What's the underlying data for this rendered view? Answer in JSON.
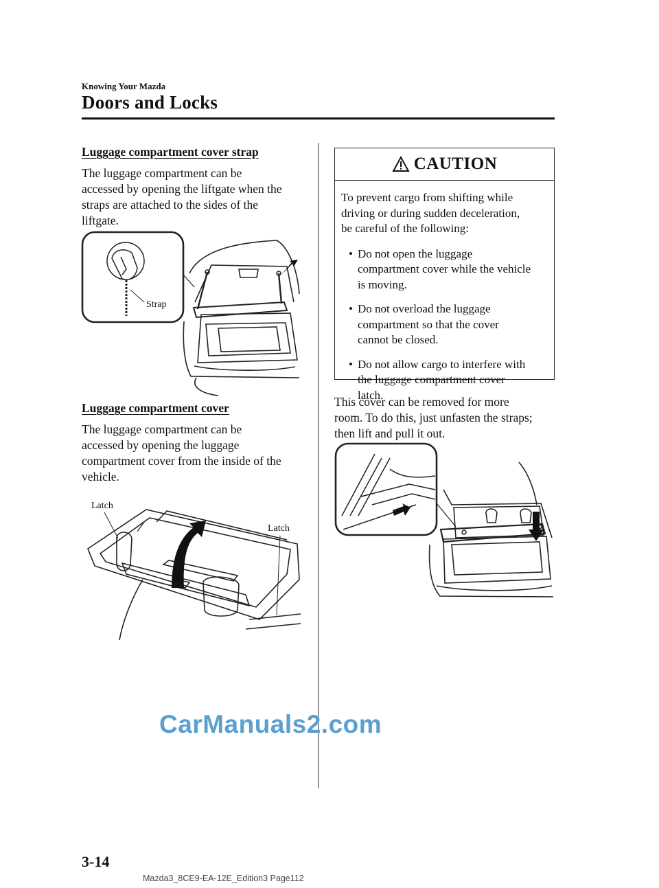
{
  "header": {
    "section": "Knowing Your Mazda",
    "title": "Doors and Locks"
  },
  "left": {
    "strap": {
      "heading": "Luggage compartment cover strap",
      "lines": [
        "The luggage compartment can be",
        "accessed by opening the liftgate when the",
        "straps are attached to the sides of the",
        "liftgate."
      ],
      "figure_label": "Strap"
    },
    "cover": {
      "heading": "Luggage compartment cover",
      "lines": [
        "The luggage compartment can be",
        "accessed by opening the luggage",
        "compartment cover from the inside of the",
        "vehicle."
      ],
      "figure_labels": [
        "Latch",
        "Latch"
      ]
    }
  },
  "right": {
    "caution": {
      "title": "CAUTION",
      "intro": [
        "To prevent cargo from shifting while",
        "driving or during sudden deceleration,",
        "be careful of the following:"
      ],
      "bullet": "•",
      "items": [
        [
          "Do not open the luggage",
          "compartment cover while the vehicle",
          "is moving."
        ],
        [
          "Do not overload the luggage",
          "compartment so that the cover",
          "cannot be closed."
        ],
        [
          "Do not allow cargo to interfere with",
          "the luggage compartment cover",
          "latch."
        ]
      ]
    },
    "removal_lines": [
      "This cover can be removed for more",
      "room. To do this, just unfasten the straps;",
      "then lift and pull it out."
    ]
  },
  "watermark": "CarManuals2.com",
  "footer": {
    "page_number": "3-14",
    "source": "Mazda3_8CE9-EA-12E_Edition3  Page112"
  },
  "icons": {
    "caution": "warning-triangle-icon",
    "arrows": "direction-arrow-icon"
  }
}
